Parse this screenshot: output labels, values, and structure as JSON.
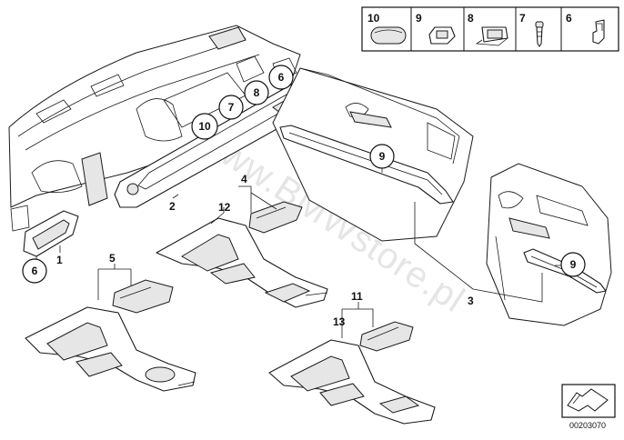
{
  "diagram": {
    "part_numbers": [
      "1",
      "2",
      "3",
      "4",
      "5",
      "11",
      "12",
      "13"
    ],
    "callouts_dashboard": [
      "6",
      "7",
      "8",
      "10"
    ],
    "callout_door_front": "9",
    "callout_door_rear": "9",
    "callout_strip_bottom": "6"
  },
  "legend": {
    "items": [
      "10",
      "9",
      "8",
      "7",
      "6"
    ]
  },
  "watermark": {
    "text": "www.BMWstore.pl",
    "prefix": "www."
  },
  "document_number": "00203070"
}
